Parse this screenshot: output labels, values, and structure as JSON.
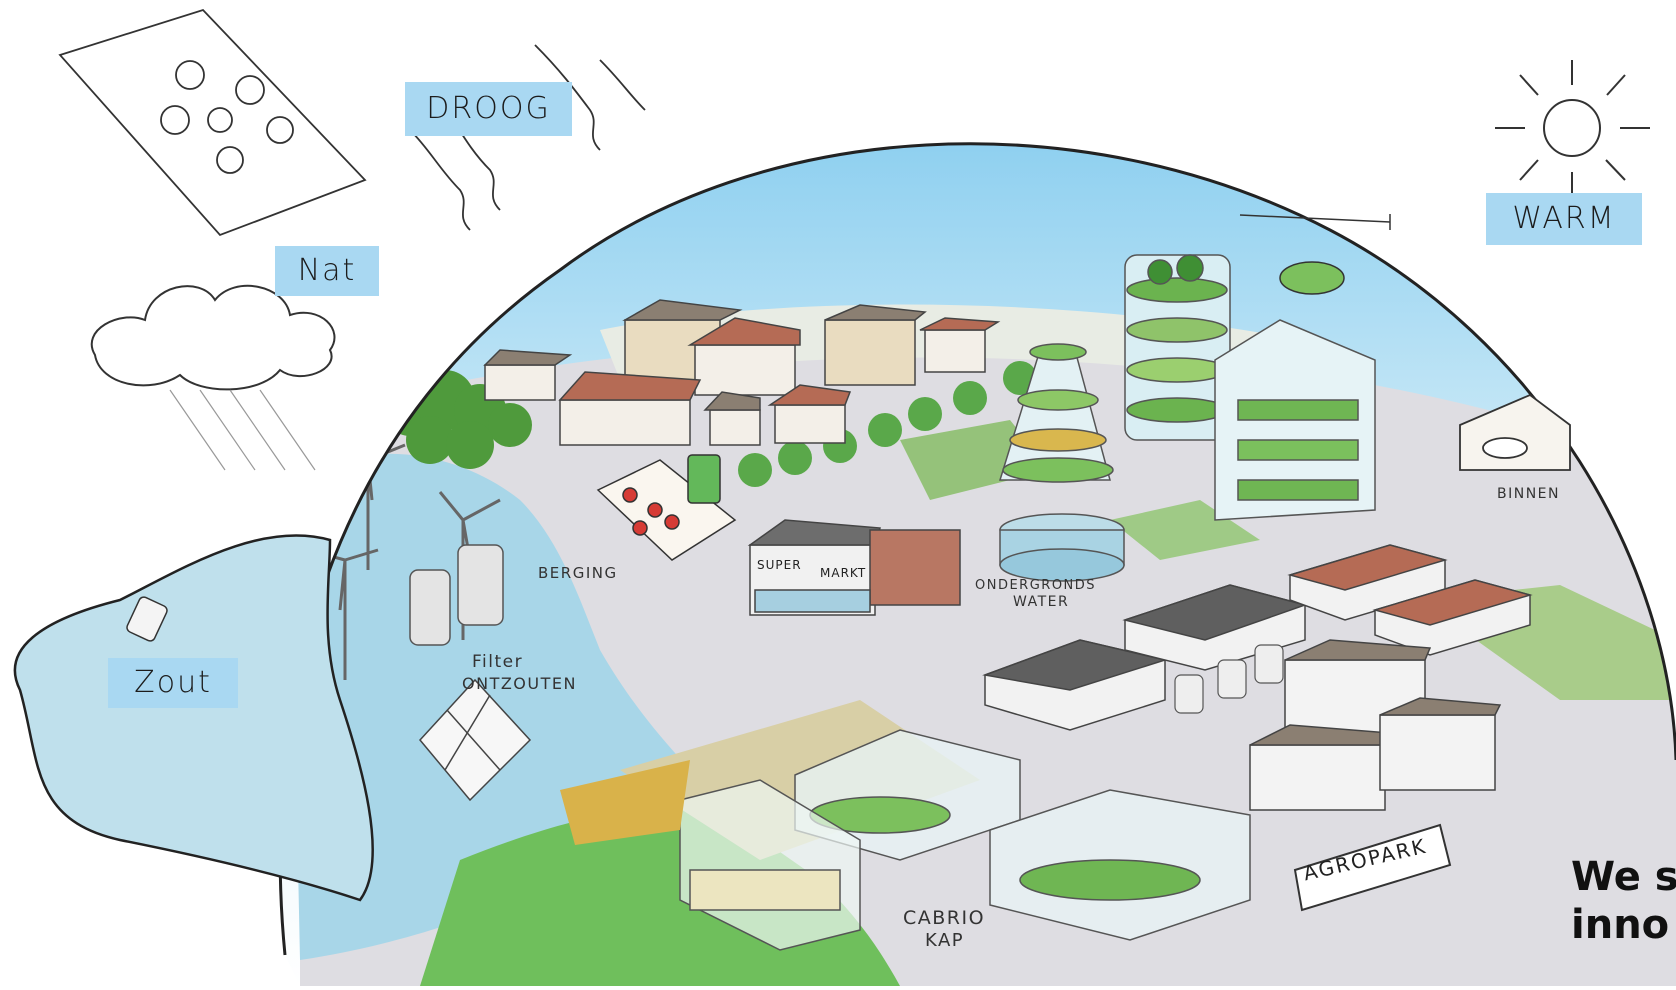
{
  "labels": {
    "droog": "DROOG",
    "nat": "Nat",
    "warm": "WARM",
    "zout": "Zout",
    "berging": "BERGING",
    "filter_line1": "Filter",
    "filter_line2": "ONTZOUTEN",
    "ondergronds_line1": "ONDERGRONDS",
    "ondergronds_line2": "WATER",
    "binnen": "BINNEN",
    "super": "SUPER",
    "markt": "MARKT",
    "agropark": "AGROPARK",
    "cabrio": "CABRIO",
    "kap": "KAP"
  },
  "tagline": {
    "line1": "We s",
    "line2": "inno"
  },
  "colors": {
    "label_bg": "#a9d8f2",
    "sky": "#bfe3f5",
    "water": "#b6dcea",
    "ground": "#dcdcdf",
    "grass": "#7cc26a",
    "roof": "#b56b55"
  }
}
